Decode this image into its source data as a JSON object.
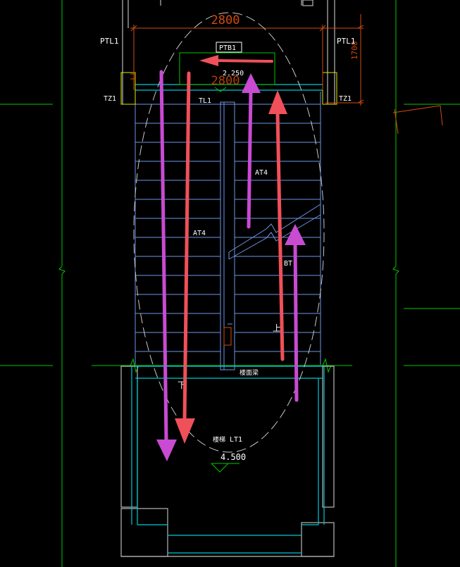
{
  "colors": {
    "background": "#000000",
    "wall_gray": "#b8b8b8",
    "axis_green": "#00c800",
    "cyan": "#00c8d2",
    "steps_blue": "#6e96e6",
    "dim_orange": "#d24b0f",
    "label_white": "#ffffff",
    "dashed_circle": "#c8c8c8",
    "arrow_magenta": "#c84bd2",
    "arrow_red": "#f0505a",
    "yellow": "#e6e600"
  },
  "dimensions": {
    "width_top": "2800",
    "width_top_inner": "2800",
    "height_right": "1700"
  },
  "labels": {
    "ptl1_left": "PTL1",
    "ptl1_right": "PTL1",
    "ptb1": "PTB1",
    "tz1_left": "TZ1",
    "tz1_right": "TZ1",
    "tl1": "TL1",
    "at4_left": "AT4",
    "at4_right": "AT4",
    "bt": "BT",
    "landing_level": "2.250",
    "bottom_level": "4.500",
    "lt1": "LT1",
    "up_mark": "上",
    "down_mark": "下",
    "mid_text": "楼面梁",
    "bottom_text": "楼梯"
  },
  "annotations": {
    "magenta_arrows": 3,
    "red_arrows": 3
  }
}
